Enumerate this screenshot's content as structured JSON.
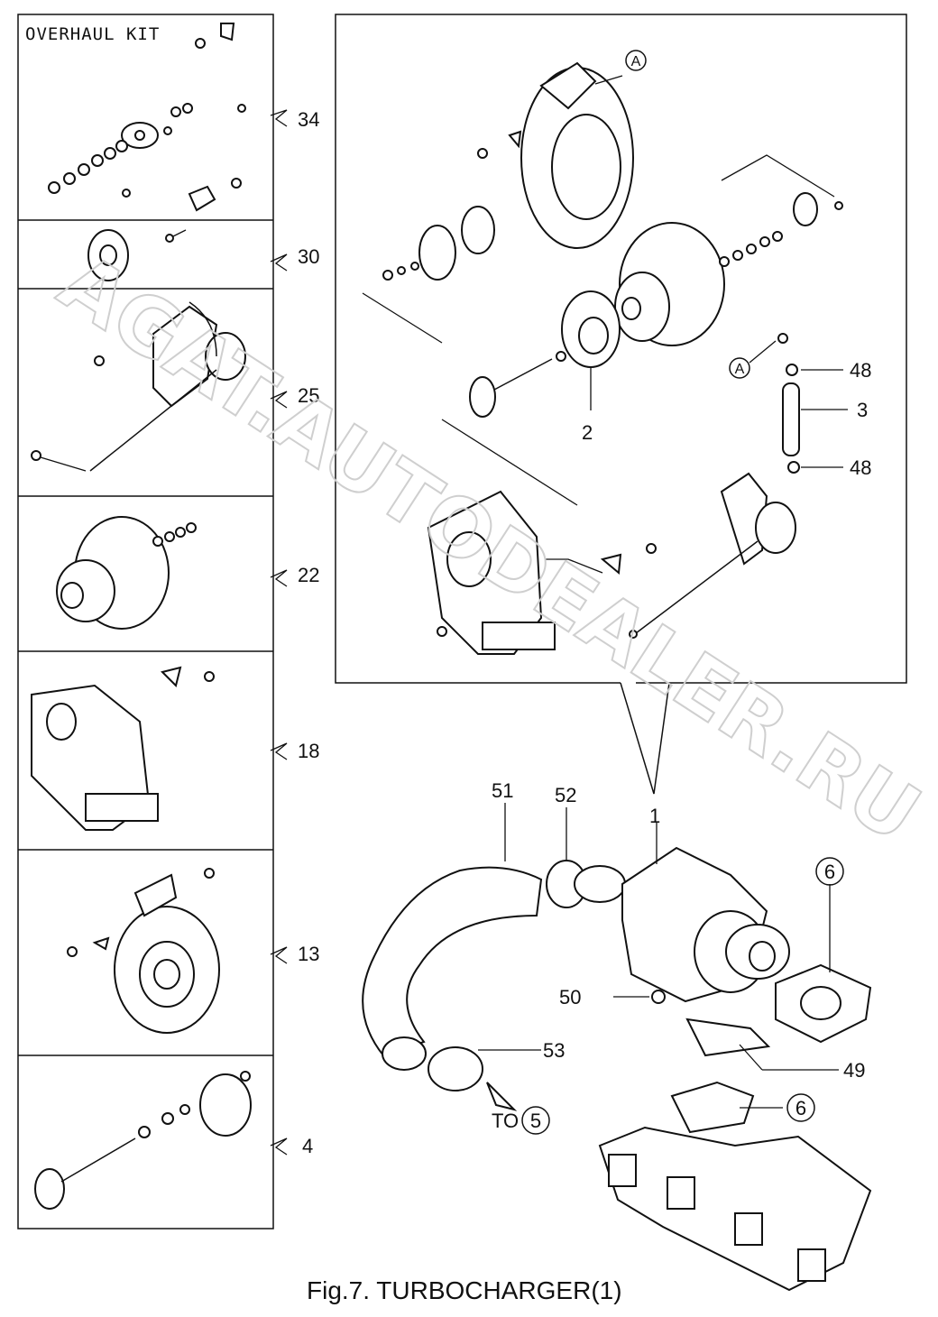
{
  "overhaul_kit": {
    "title": "OVERHAUL KIT",
    "panels": [
      {
        "ref": "34"
      },
      {
        "ref": "30"
      },
      {
        "ref": "25"
      },
      {
        "ref": "22"
      },
      {
        "ref": "18"
      },
      {
        "ref": "13"
      },
      {
        "ref": "4"
      }
    ]
  },
  "callouts": {
    "circle_a_top": "A",
    "circle_a_mid": "A",
    "n48_top": "48",
    "n3": "3",
    "n48_bottom": "48",
    "n2": "2",
    "n1": "1",
    "n51": "51",
    "n52": "52",
    "n50": "50",
    "n53": "53",
    "n49": "49",
    "circle_6_top": "6",
    "circle_6_bottom": "6",
    "to_text": "TO",
    "to_circle": "5"
  },
  "watermark": "AGAT.AUTODEALER.RU",
  "caption": "Fig.7.  TURBOCHARGER(1)"
}
